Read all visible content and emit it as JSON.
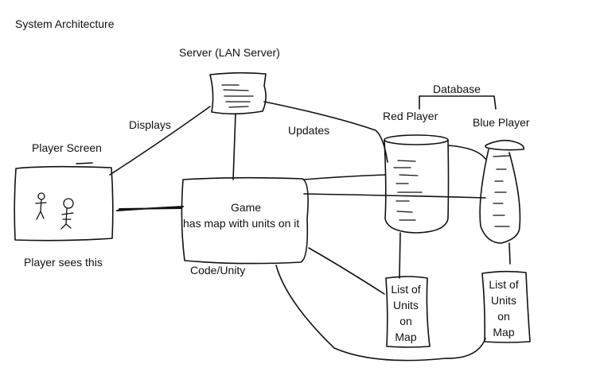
{
  "title": "System Architecture",
  "server": {
    "label": "Server (LAN Server)"
  },
  "database": {
    "label": "Database"
  },
  "red_player": {
    "label": "Red Player"
  },
  "blue_player": {
    "label": "Blue Player"
  },
  "player_screen": {
    "label": "Player Screen",
    "caption": "Player sees this"
  },
  "game": {
    "line1": "Game",
    "line2": "has map with units on it",
    "caption": "Code/Unity"
  },
  "edges": {
    "displays": "Displays",
    "updates": "Updates"
  },
  "red_list": {
    "line1": "List of",
    "line2": "Units",
    "line3": "on",
    "line4": "Map"
  },
  "blue_list": {
    "line1": "List of",
    "line2": "Units",
    "line3": "on",
    "line4": "Map"
  },
  "colors": {
    "ink": "#111111",
    "background": "#ffffff"
  }
}
